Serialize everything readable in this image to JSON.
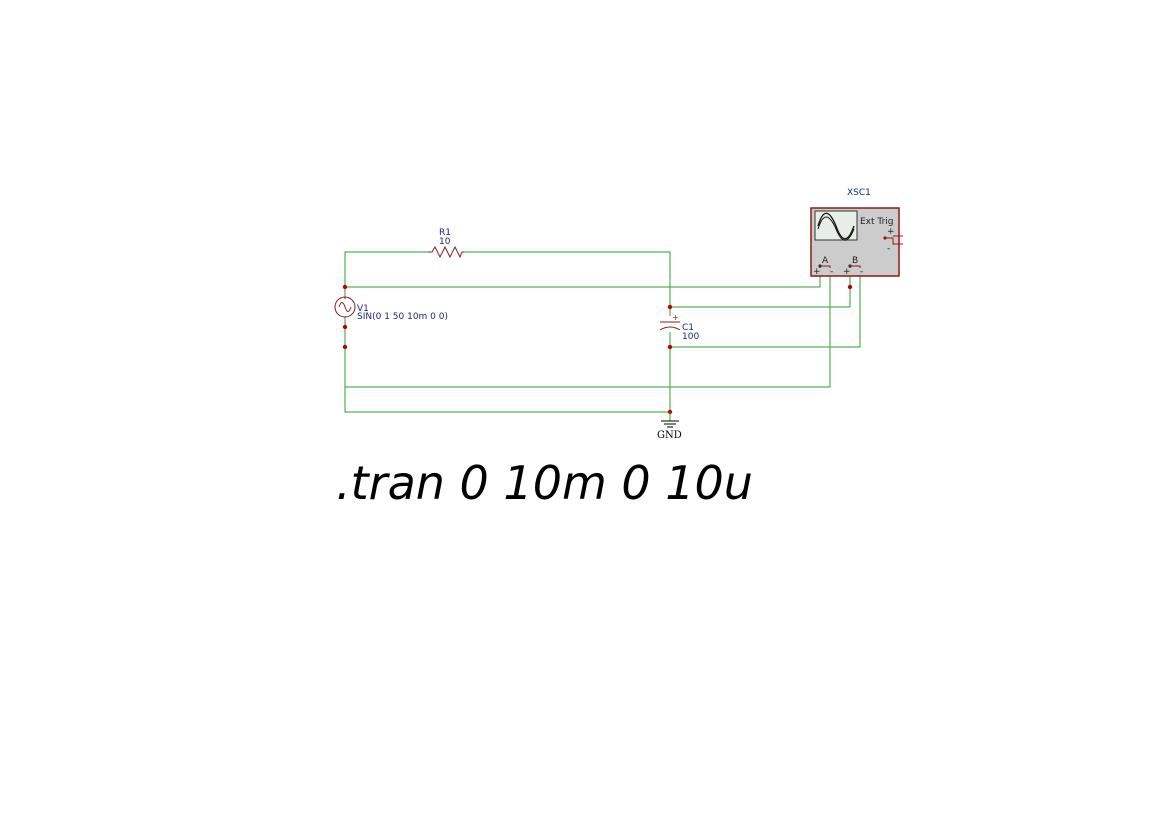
{
  "colors": {
    "wire": "#2ca02c",
    "component": "#8b1a1a",
    "junction": "#c00000",
    "reference_text": "#1a237e",
    "scope_body": "#cccccc"
  },
  "components": {
    "r1": {
      "ref": "R1",
      "value": "10"
    },
    "v1": {
      "ref": "V1",
      "value": "SIN(0 1 50 10m 0 0)"
    },
    "c1": {
      "ref": "C1",
      "value": "100",
      "polarity": "+"
    },
    "gnd": {
      "label": "GND"
    },
    "xsc1": {
      "ref": "XSC1",
      "ext_trig_label": "Ext Trig",
      "trig_plus": "+",
      "trig_minus": "-",
      "channel_a": "A",
      "channel_b": "B",
      "pin_plus": "+",
      "pin_minus": "-"
    }
  },
  "directive": ".tran 0 10m 0 10u"
}
